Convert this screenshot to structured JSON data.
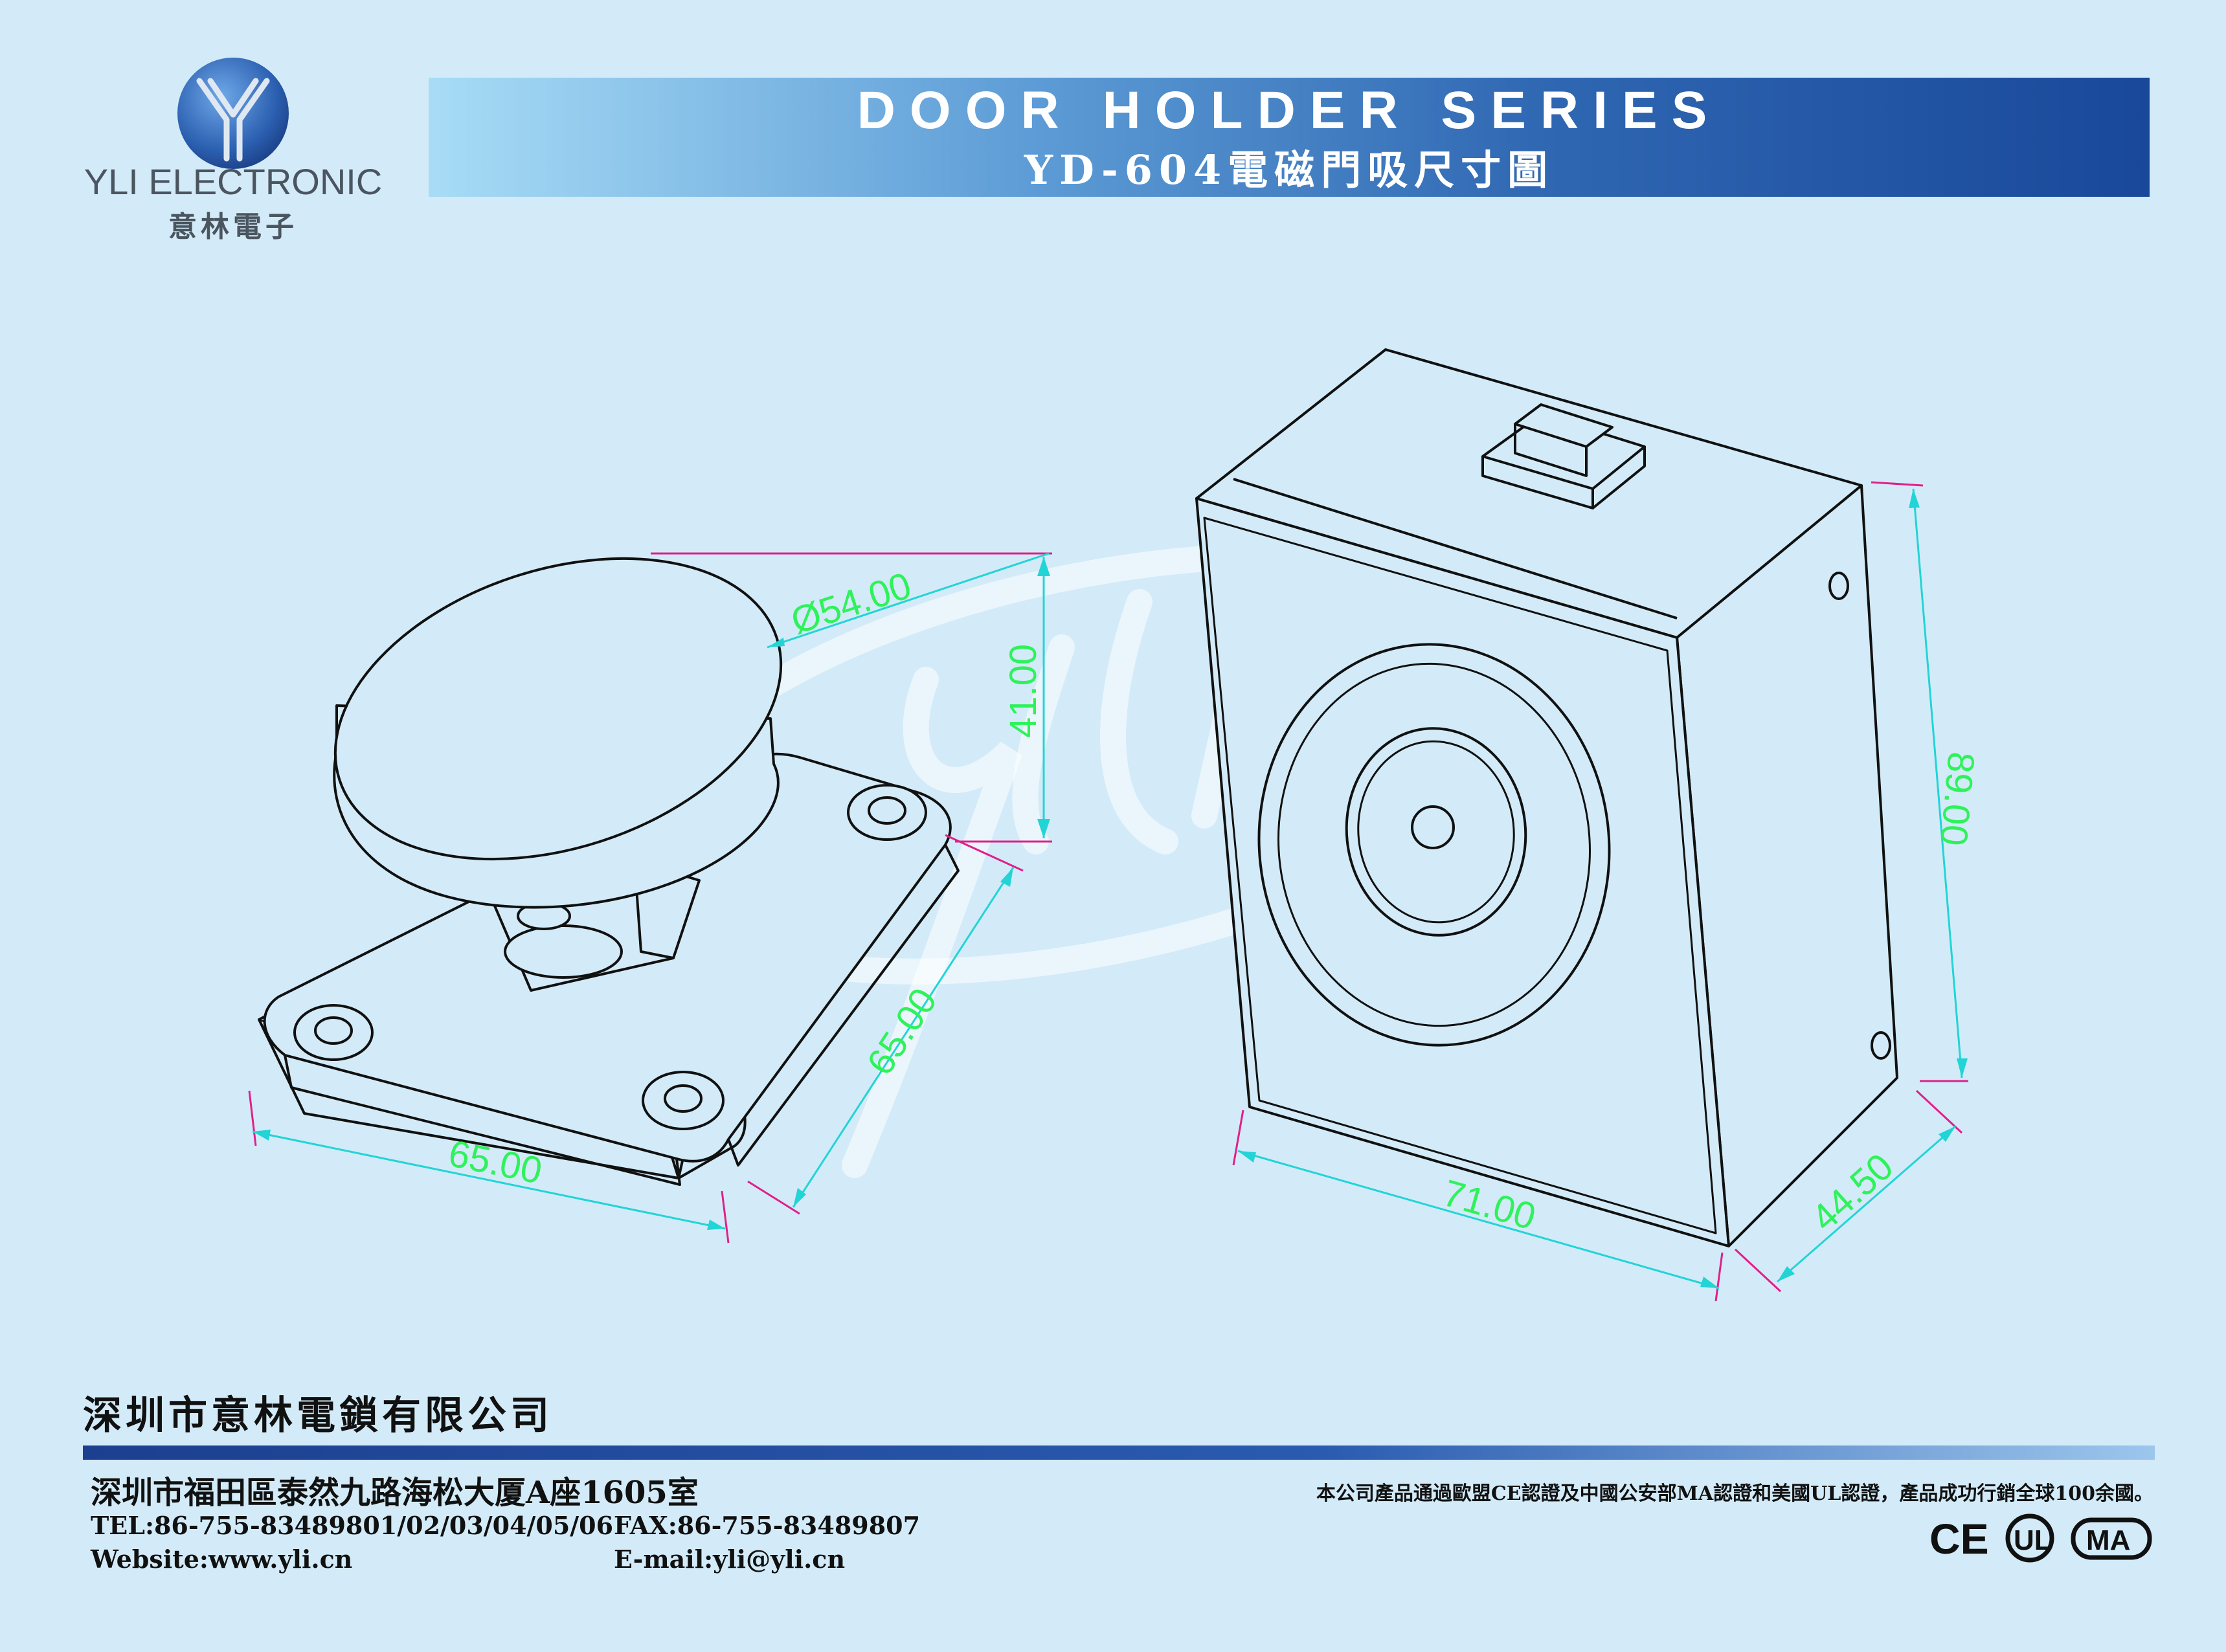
{
  "header": {
    "brand_en": "YLI ELECTRONIC",
    "brand_cn": "意林電子",
    "title_en": "DOOR HOLDER SERIES",
    "title_cn": "YD-604電磁門吸尺寸圖"
  },
  "watermark": "yli",
  "dimensions": {
    "plate_diameter": "Ø54.00",
    "holder_height": "41.00",
    "base_depth": "65.00",
    "base_width": "65.00",
    "magnet_height": "89.00",
    "magnet_width": "71.00",
    "magnet_depth": "44.50"
  },
  "footer": {
    "company": "深圳市意林電鎖有限公司",
    "address": "深圳市福田區泰然九路海松大厦A座1605室",
    "tel": "TEL:86-755-83489801/02/03/04/05/06",
    "fax": "FAX:86-755-83489807",
    "website": "Website:www.yli.cn",
    "email": "E-mail:yli@yli.cn",
    "cert_note": "本公司產品通過歐盟CE認證及中國公安部MA認證和美國UL認證，產品成功行銷全球100余國。",
    "cert_marks": [
      "CE",
      "UL",
      "MA"
    ]
  },
  "colors": {
    "background": "#d3ebf8",
    "dimension_text": "#2ff25b",
    "dimension_line": "#22d4d6",
    "leader_line": "#e0208a",
    "title_bar_dark": "#19489a"
  }
}
